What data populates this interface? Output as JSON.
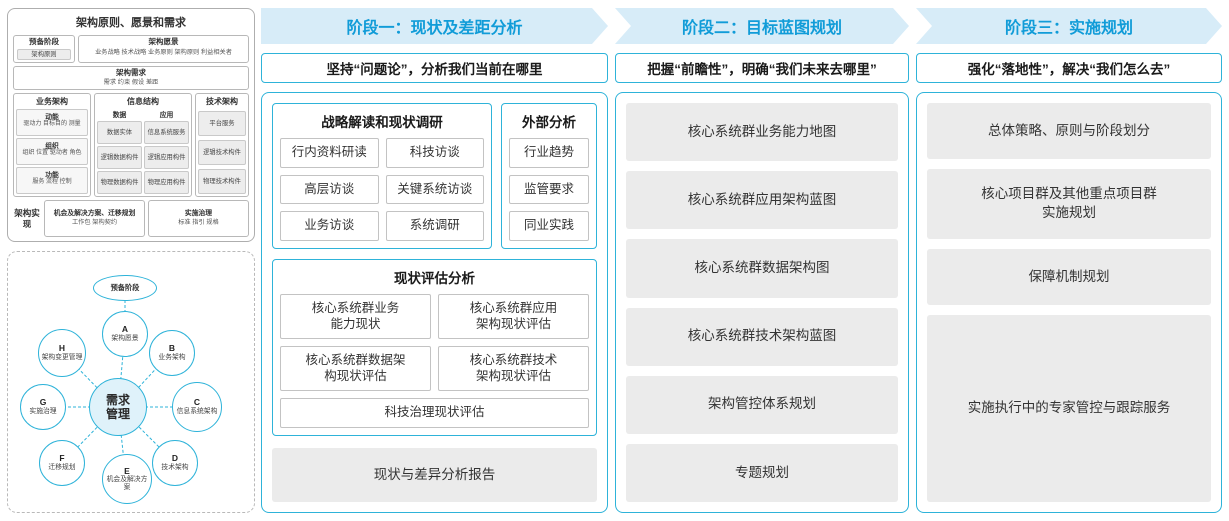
{
  "colors": {
    "accent": "#2eb3d9",
    "phase_header_bg": "#d7ecf8",
    "phase_header_text": "#119cd8",
    "gray_item_bg": "#ebebeb"
  },
  "left": {
    "principles": {
      "title": "架构原则、愿景和需求",
      "prep_title": "预备阶段",
      "prep_item": "架构原则",
      "vision_title": "架构愿景",
      "vision_items": "业务战略  技术战略  业务原则  架构原则  利益相关者",
      "req_title": "架构需求",
      "req_items": "需求    约束    假设    差距",
      "biz_title": "业务架构",
      "biz_groups": [
        {
          "t": "动能",
          "d": "驱动力 目标目的 测量"
        },
        {
          "t": "组织",
          "d": "组织 位置 驱动者 角色"
        },
        {
          "t": "功能",
          "d": "服务 流程 控制"
        }
      ],
      "info_title": "信息结构",
      "info_data_title": "数据",
      "info_data_items": [
        "数据实体",
        "逻辑数据构件",
        "物理数据构件"
      ],
      "info_app_title": "应用",
      "info_app_items": [
        "信息系统服务",
        "逻辑应用构件",
        "物理应用构件"
      ],
      "tech_title": "技术架构",
      "tech_items": [
        "平台服务",
        "逻辑技术构件",
        "物理技术构件"
      ],
      "impl_title": "架构实现",
      "impl_boxes": [
        {
          "t": "机会及解决方案、迁移规划",
          "d": "工作包  架构契约"
        },
        {
          "t": "实施治理",
          "d": "标准  指引  规格"
        }
      ]
    },
    "cycle": {
      "prep": "预备阶段",
      "center": "需求管理",
      "nodes": [
        {
          "letter": "A",
          "label": "架构愿景"
        },
        {
          "letter": "B",
          "label": "业务架构"
        },
        {
          "letter": "C",
          "label": "信息系统架构"
        },
        {
          "letter": "D",
          "label": "技术架构"
        },
        {
          "letter": "E",
          "label": "机会及解决方案"
        },
        {
          "letter": "F",
          "label": "迁移规划"
        },
        {
          "letter": "G",
          "label": "实施治理"
        },
        {
          "letter": "H",
          "label": "架构变更管理"
        }
      ]
    }
  },
  "phases": [
    {
      "header": "阶段一：现状及差距分析",
      "subtitle": "坚持“问题论”，分析我们当前在哪里",
      "research_title": "战略解读和现状调研",
      "research_items": [
        "行内资料研读",
        "科技访谈",
        "高层访谈",
        "关键系统访谈",
        "业务访谈",
        "系统调研"
      ],
      "external_title": "外部分析",
      "external_items": [
        "行业趋势",
        "监管要求",
        "同业实践"
      ],
      "assess_title": "现状评估分析",
      "assess_items": [
        "核心系统群业务\n能力现状",
        "核心系统群应用\n架构现状评估",
        "核心系统群数据架\n构现状评估",
        "核心系统群技术\n架构现状评估",
        "科技治理现状评估"
      ],
      "report": "现状与差异分析报告"
    },
    {
      "header": "阶段二：目标蓝图规划",
      "subtitle": "把握“前瞻性”，明确“我们未来去哪里”",
      "items": [
        "核心系统群业务能力地图",
        "核心系统群应用架构蓝图",
        "核心系统群数据架构图",
        "核心系统群技术架构蓝图",
        "架构管控体系规划",
        "专题规划"
      ]
    },
    {
      "header": "阶段三：实施规划",
      "subtitle": "强化“落地性”，解决“我们怎么去”",
      "items": [
        "总体策略、原则与阶段划分",
        "核心项目群及其他重点项目群\n实施规划",
        "保障机制规划",
        "实施执行中的专家管控与跟踪服务"
      ]
    }
  ]
}
